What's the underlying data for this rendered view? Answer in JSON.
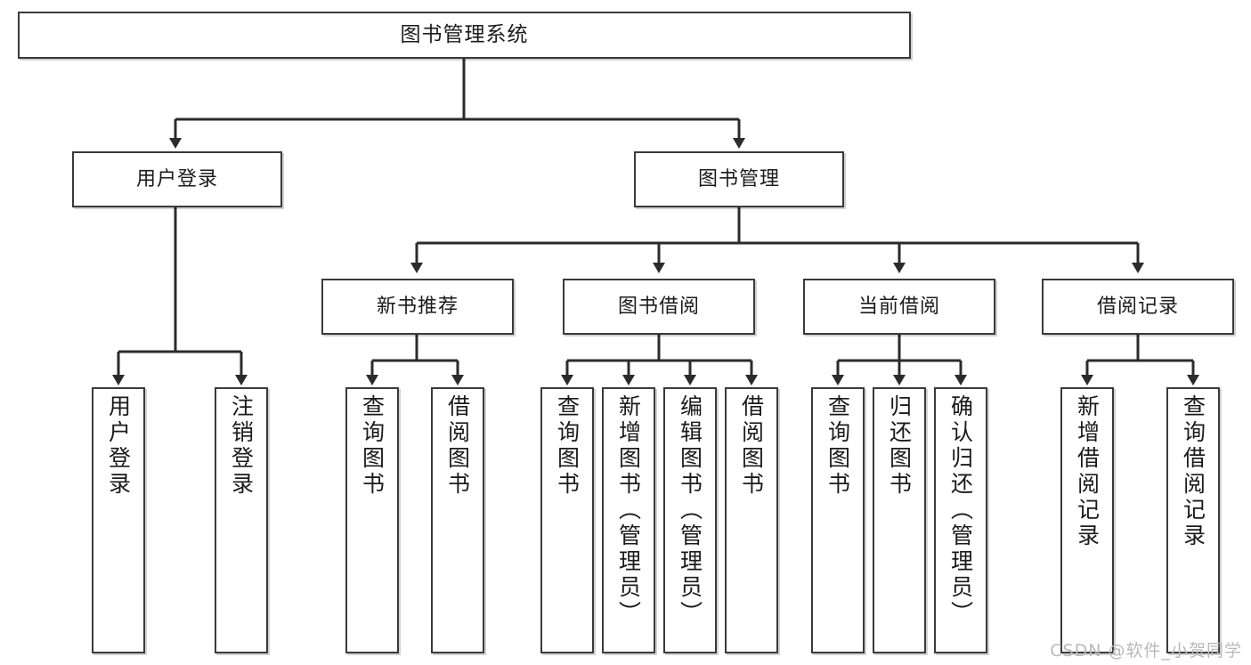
{
  "diagram": {
    "type": "tree-hierarchy-chart",
    "title": "图书管理系统",
    "colors": {
      "box_border": "#3a3a3a",
      "box_fill": "#ffffff",
      "line": "#2b2b2b",
      "text": "#1b1b1b",
      "watermark": "#b9b9b9"
    },
    "nodes": {
      "root": {
        "label": "图书管理系统"
      },
      "level2": [
        {
          "id": "user-login",
          "label": "用户登录"
        },
        {
          "id": "book-management",
          "label": "图书管理"
        }
      ],
      "level3": [
        {
          "id": "new-book-recommend",
          "label": "新书推荐"
        },
        {
          "id": "book-borrow",
          "label": "图书借阅"
        },
        {
          "id": "current-borrow",
          "label": "当前借阅"
        },
        {
          "id": "borrow-record",
          "label": "借阅记录"
        }
      ],
      "leaves": {
        "user_login": [
          {
            "id": "leaf-user-login",
            "label": "用户登录"
          },
          {
            "id": "leaf-logout-login",
            "label": "注销登录"
          }
        ],
        "new_book_recommend": [
          {
            "id": "leaf-query-book-1",
            "label": "查询图书"
          },
          {
            "id": "leaf-borrow-book-1",
            "label": "借阅图书"
          }
        ],
        "book_borrow": [
          {
            "id": "leaf-query-book-2",
            "label": "查询图书"
          },
          {
            "id": "leaf-add-book",
            "label": "新增图书（管理员）"
          },
          {
            "id": "leaf-edit-book",
            "label": "编辑图书（管理员）"
          },
          {
            "id": "leaf-borrow-book-2",
            "label": "借阅图书"
          }
        ],
        "current_borrow": [
          {
            "id": "leaf-query-book-3",
            "label": "查询图书"
          },
          {
            "id": "leaf-return-book",
            "label": "归还图书"
          },
          {
            "id": "leaf-confirm-return",
            "label": "确认归还（管理员）"
          }
        ],
        "borrow_record": [
          {
            "id": "leaf-add-record",
            "label": "新增借阅记录"
          },
          {
            "id": "leaf-query-record",
            "label": "查询借阅记录"
          }
        ]
      }
    },
    "watermark": "CSDN @软件_小贺同学"
  }
}
